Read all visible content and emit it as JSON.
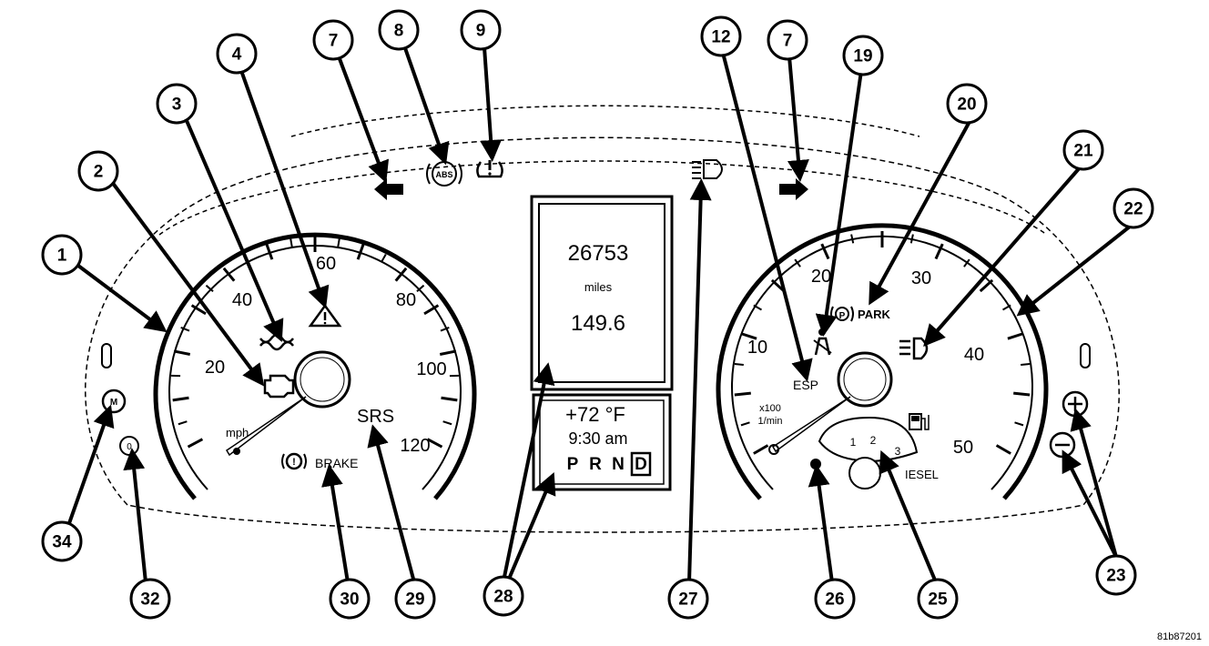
{
  "speedometer": {
    "scale": [
      "20",
      "40",
      "60",
      "80",
      "100",
      "120"
    ],
    "unit": "mph"
  },
  "tachometer": {
    "scale": [
      "10",
      "20",
      "30",
      "40",
      "50"
    ],
    "unit_line1": "x100",
    "unit_line2": "1/min"
  },
  "odometer": {
    "total": "26753",
    "unit": "miles",
    "trip": "149.6"
  },
  "info_display": {
    "temperature": "+72 °F",
    "time": "9:30 am",
    "gears": [
      "P",
      "R",
      "N",
      "D"
    ],
    "selected_gear": "D"
  },
  "indicators": {
    "abs": "ABS",
    "srs": "SRS",
    "brake": "BRAKE",
    "esp": "ESP",
    "park": "PARK",
    "park_symbol": "P",
    "diesel": "IESEL",
    "glow_gears": [
      "1",
      "2",
      "3"
    ],
    "rheostat_minus": "0",
    "trip_reset": "M"
  },
  "callouts": [
    "1",
    "2",
    "3",
    "4",
    "7",
    "8",
    "9",
    "7",
    "12",
    "19",
    "20",
    "21",
    "22",
    "23",
    "25",
    "26",
    "27",
    "28",
    "29",
    "30",
    "32",
    "34"
  ],
  "figure_id": "81b87201"
}
